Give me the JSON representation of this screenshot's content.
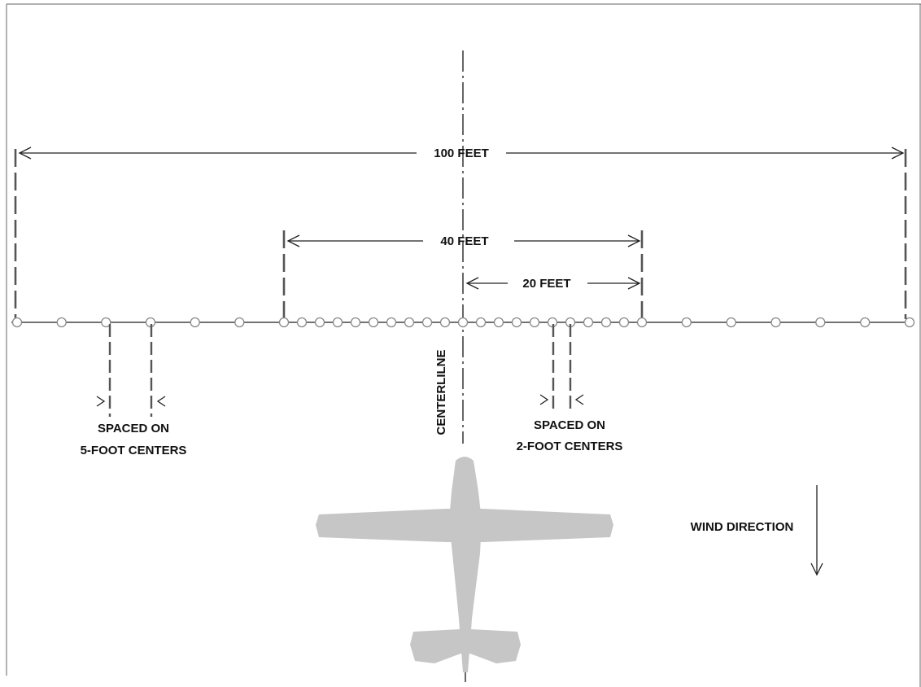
{
  "labels": {
    "width_100": "100 FEET",
    "width_40": "40 FEET",
    "width_20": "20 FEET",
    "centerline": "CENTERLILNE",
    "spacing_5_line1": "SPACED ON",
    "spacing_5_line2": "5-FOOT CENTERS",
    "spacing_2_line1": "SPACED ON",
    "spacing_2_line2": "2-FOOT CENTERS",
    "wind": "WIND DIRECTION"
  },
  "colors": {
    "aircraft": "#c6c6c6",
    "lines": "#222222"
  }
}
